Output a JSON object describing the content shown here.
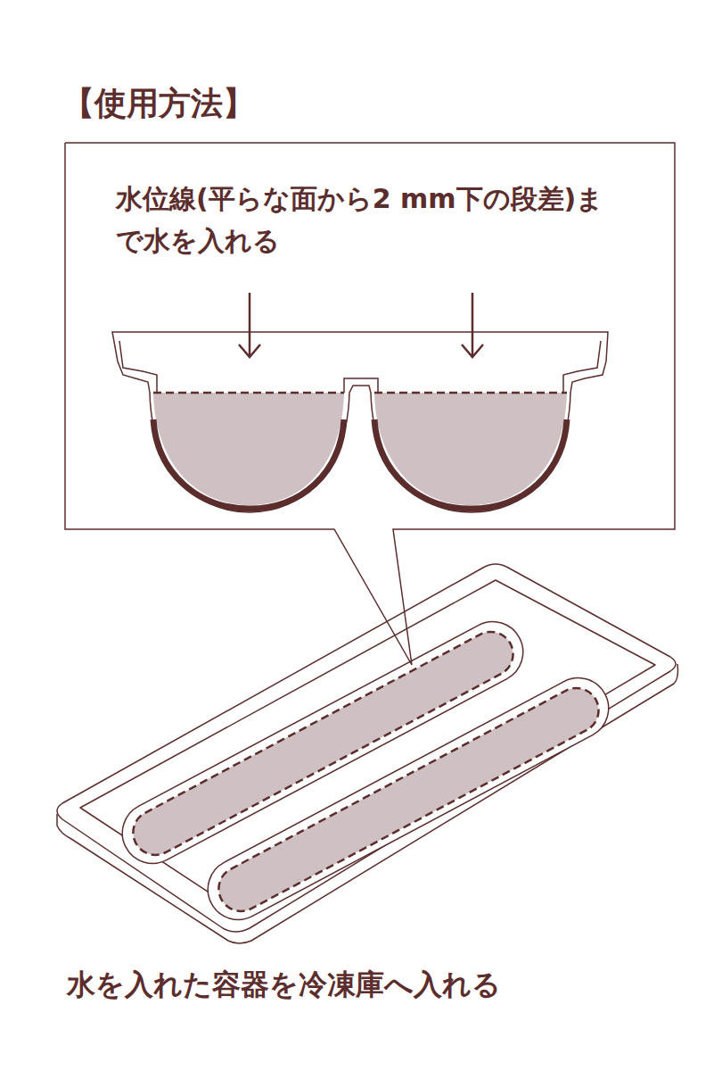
{
  "diagram": {
    "title": "【使用方法】",
    "caption": "水を入れた容器を冷凍庫へ入れる",
    "nodes": [
      {
        "text": [
          "水位線(平らな面から2 mm下の段差)まで水を入れる"
        ]
      }
    ]
  }
}
